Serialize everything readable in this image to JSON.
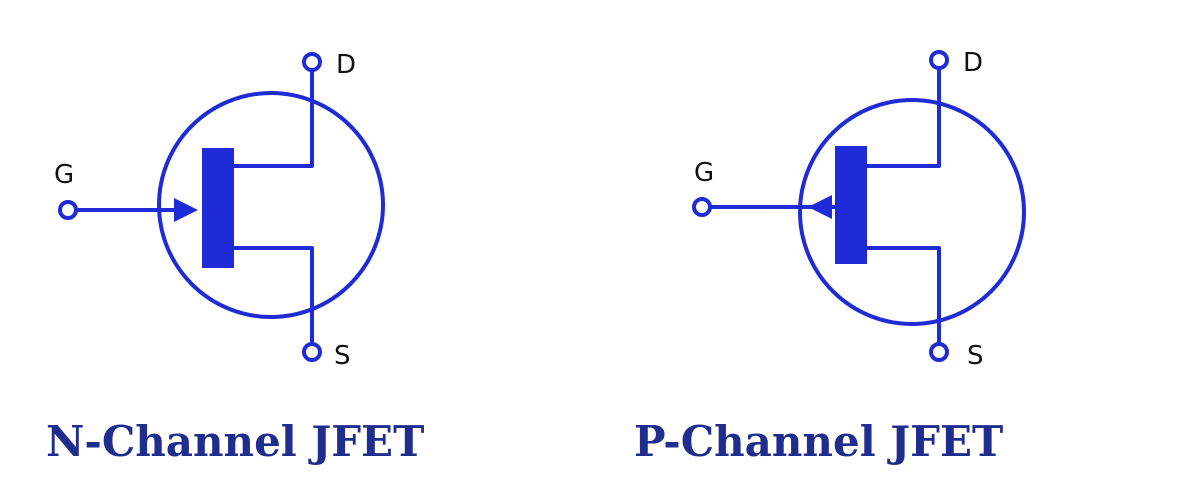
{
  "colors": {
    "symbol": "#1e2bd6",
    "label": "#111111",
    "caption": "#1f2d8f"
  },
  "diagrams": [
    {
      "channel_type": "N",
      "caption": "N-Channel JFET",
      "terminals": {
        "drain": "D",
        "gate": "G",
        "source": "S"
      },
      "gate_arrow": "pointing inward (toward channel)"
    },
    {
      "channel_type": "P",
      "caption": "P-Channel JFET",
      "terminals": {
        "drain": "D",
        "gate": "G",
        "source": "S"
      },
      "gate_arrow": "pointing outward (away from channel)"
    }
  ]
}
